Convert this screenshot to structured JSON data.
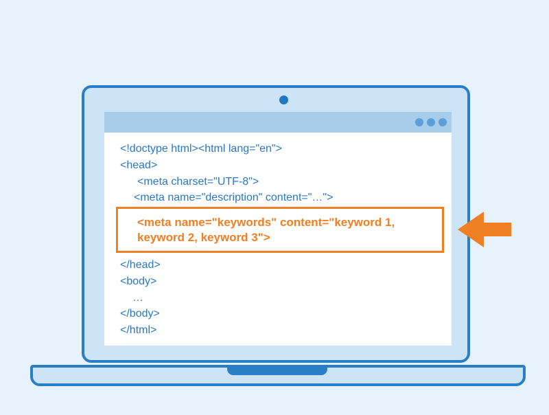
{
  "code": {
    "lines": [
      "<!doctype html><html lang=\"en\">",
      "<head>",
      "<meta charset=\"UTF-8\">",
      "<meta name=\"description\" content=\"…\">"
    ],
    "highlight": [
      "<meta name=\"keywords\" content=\"keyword 1,",
      "keyword 2, keyword 3\">"
    ],
    "after": [
      "</head>",
      "<body>",
      "…",
      "</body>",
      "</html>"
    ]
  },
  "colors": {
    "background": "#e6f2fc",
    "frame": "#2a7ec6",
    "code_text": "#2a77c0",
    "highlight": "#f07e22"
  },
  "icons": [
    "camera-icon",
    "window-dots-icon",
    "arrow-left-icon"
  ]
}
